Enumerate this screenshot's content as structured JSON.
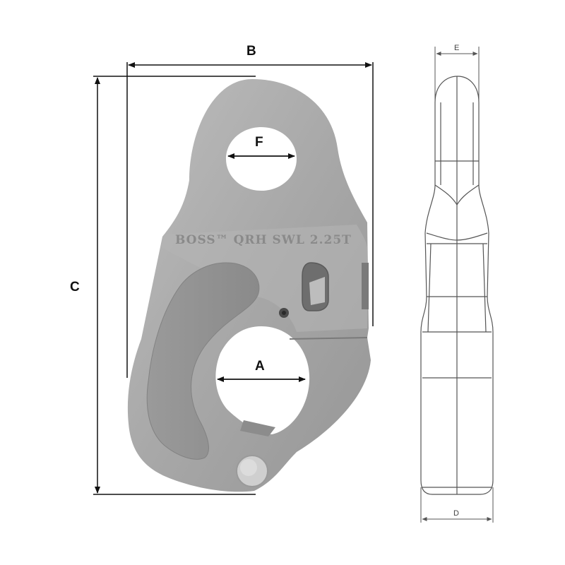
{
  "engraving": "BOSS™ QRH SWL 2.25T",
  "dimensions": {
    "a": "A",
    "b": "B",
    "c": "C",
    "d": "D",
    "e": "E",
    "f": "F"
  },
  "colors": {
    "metal": "#a9a9a9",
    "metal_dark": "#8e8e8e",
    "metal_light": "#c4c4c4",
    "dimension_line": "#111111",
    "side_outline": "#555555"
  }
}
